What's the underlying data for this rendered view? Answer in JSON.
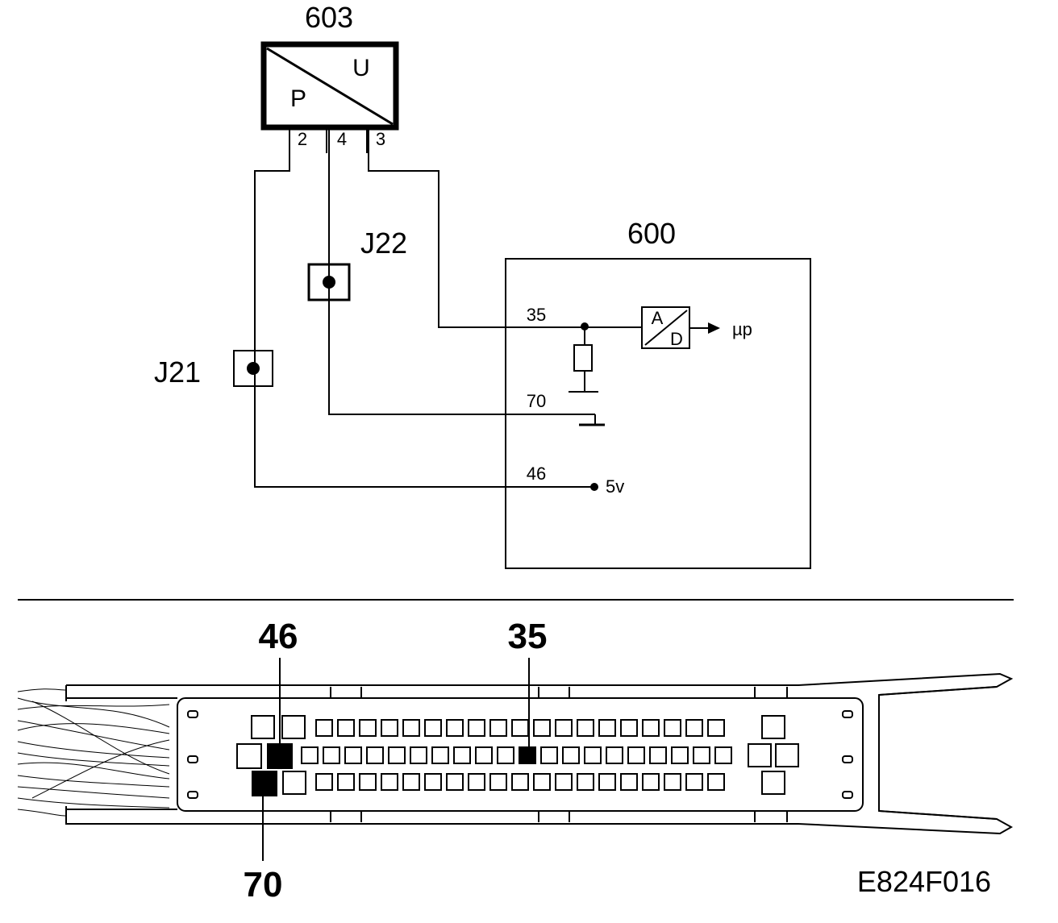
{
  "sensor": {
    "ref": "603",
    "letter_u": "U",
    "letter_p": "P",
    "pins": [
      "2",
      "4",
      "3"
    ]
  },
  "ecu": {
    "ref": "600",
    "pins": [
      "35",
      "70",
      "46"
    ],
    "ad_a": "A",
    "ad_d": "D",
    "output": "µp",
    "supply": "5v"
  },
  "junctions": {
    "j22": "J22",
    "j21": "J21"
  },
  "connector": {
    "callouts": [
      "46",
      "35",
      "70"
    ]
  },
  "figure_code": "E824F016"
}
